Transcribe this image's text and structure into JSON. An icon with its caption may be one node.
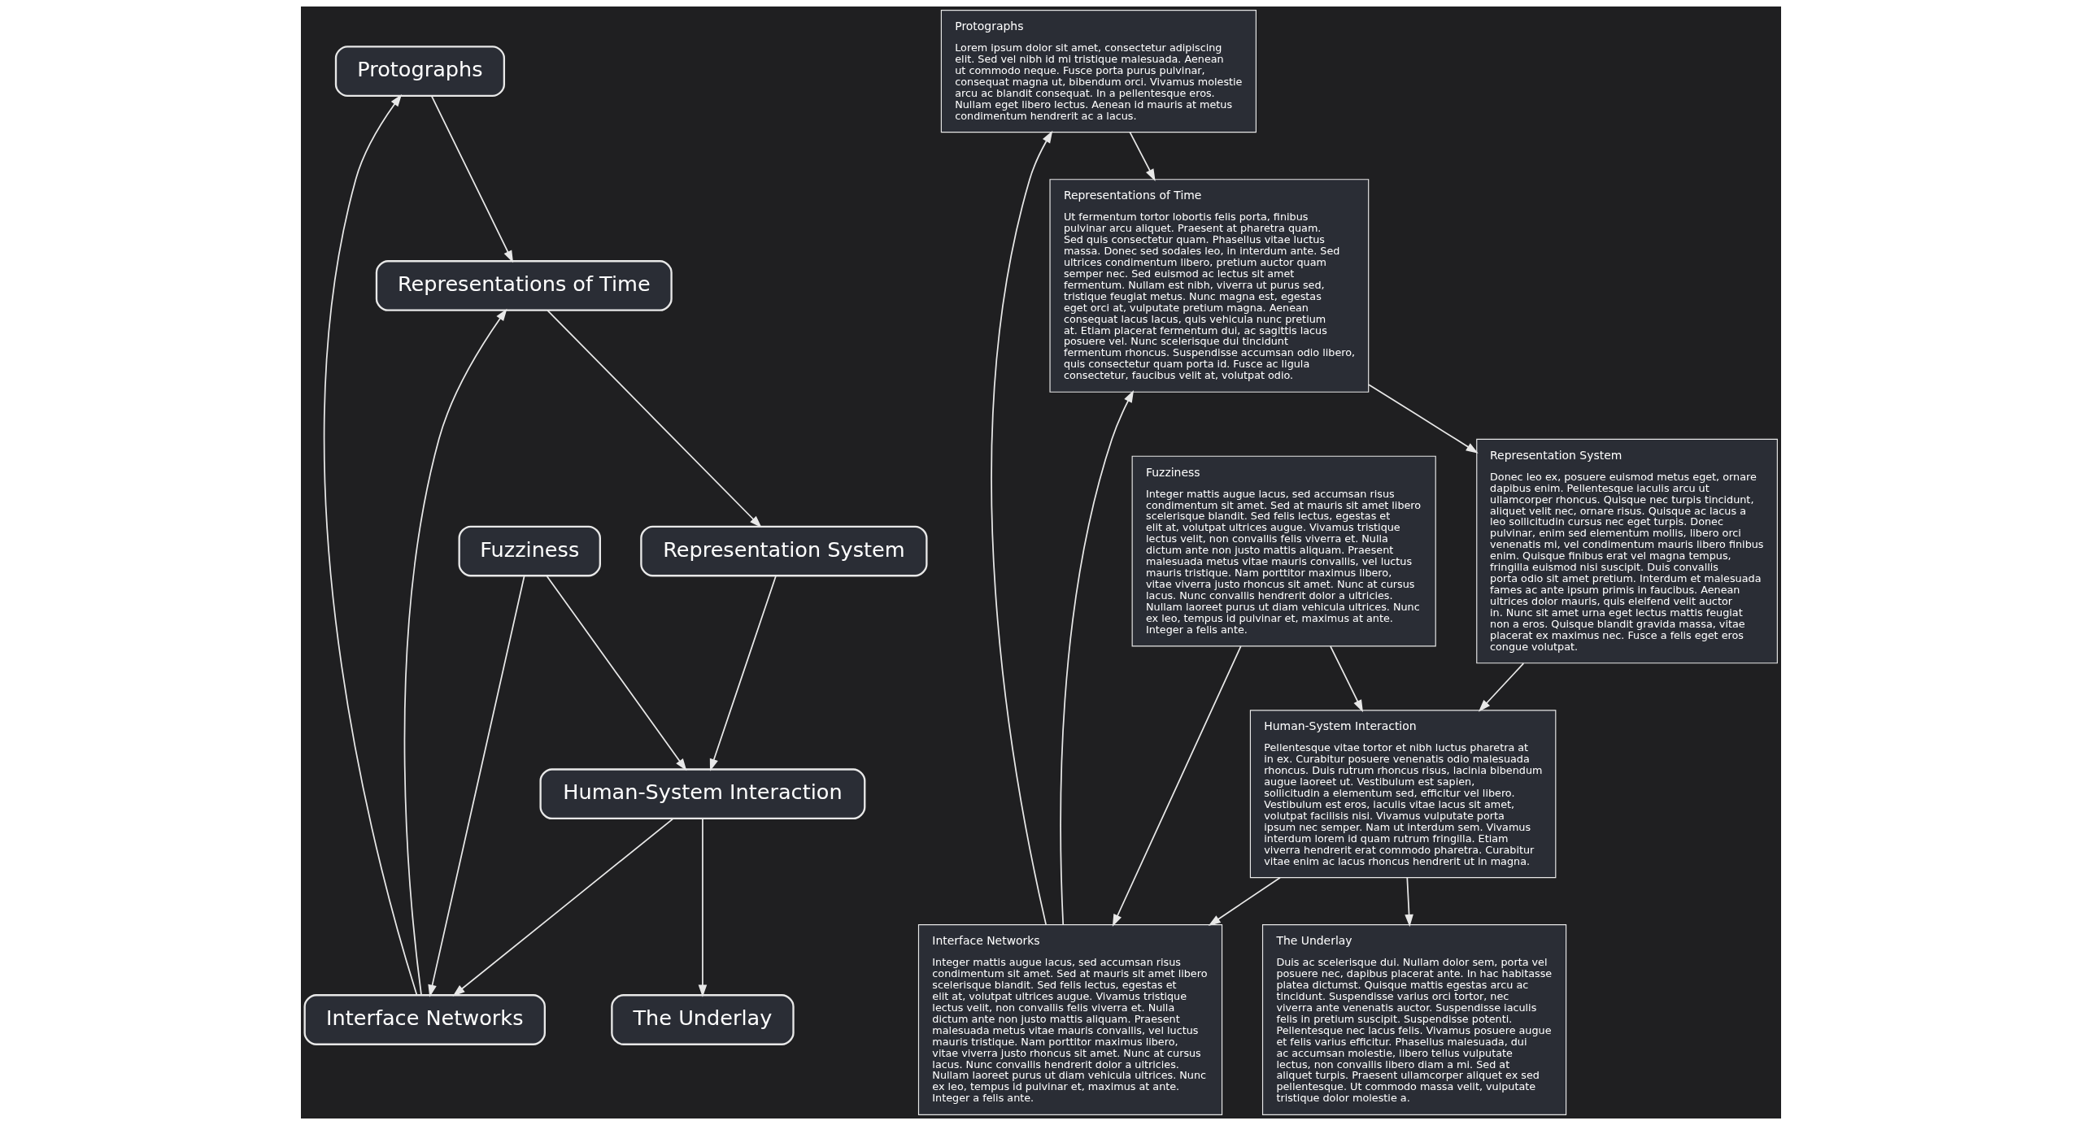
{
  "diagram": {
    "nodes": [
      {
        "text": [
          "Protographs"
        ]
      },
      {
        "text": [
          "Representations of Time"
        ]
      },
      {
        "text": [
          "Interface Networks"
        ]
      },
      {
        "text": [
          "Representation System"
        ]
      },
      {
        "text": [
          "Fuzziness"
        ]
      },
      {
        "text": [
          "Human-System Interaction"
        ]
      },
      {
        "text": [
          "The Underlay"
        ]
      },
      {
        "text": [
          "Protographs",
          "Lorem ipsum dolor sit amet, consectetur adipiscing elit. Sed vel nibh id mi tristique malesuada. Aenean ut commodo neque. Fusce porta purus pulvinar, consequat magna ut, bibendum orci. Vivamus molestie arcu ac blandit consequat. In a pellentesque eros. Nullam eget libero lectus. Aenean id mauris at metus condimentum hendrerit ac a lacus."
        ]
      },
      {
        "text": [
          "Representations of Time",
          "Ut fermentum tortor lobortis felis porta, finibus pulvinar arcu aliquet. Praesent at pharetra quam. Sed quis consectetur quam. Phasellus vitae luctus massa. Donec sed sodales leo, in interdum ante. Sed ultrices condimentum libero, pretium auctor quam semper nec. Sed euismod ac lectus sit amet fermentum. Nullam est nibh, viverra ut purus sed, tristique feugiat metus. Nunc magna est, egestas eget orci at, vulputate pretium magna. Aenean consequat lacus lacus, quis vehicula nunc pretium at. Etiam placerat fermentum dui, ac sagittis lacus posuere vel. Nunc scelerisque dui tincidunt fermentum rhoncus. Suspendisse accumsan odio libero, quis consectetur quam porta id. Fusce ac ligula consectetur, faucibus velit at, volutpat odio."
        ]
      },
      {
        "text": [
          "Interface Networks",
          "Integer mattis augue lacus, sed accumsan risus condimentum sit amet. Sed at mauris sit amet libero scelerisque blandit. Sed felis lectus, egestas et elit at, volutpat ultrices augue. Vivamus tristique lectus velit, non convallis felis viverra et. Nulla dictum ante non justo mattis aliquam. Praesent malesuada metus vitae mauris convallis, vel luctus mauris tristique. Nam porttitor maximus libero, vitae viverra justo rhoncus sit amet. Nunc at cursus lacus. Nunc convallis hendrerit dolor a ultricies. Nullam laoreet purus ut diam vehicula ultrices. Nunc ex leo, tempus id pulvinar et, maximus at ante. Integer a felis ante."
        ]
      },
      {
        "text": [
          "Representation System",
          "Donec leo ex, posuere euismod metus eget, ornare dapibus enim. Pellentesque iaculis arcu ut ullamcorper rhoncus. Quisque nec turpis tincidunt, aliquet velit nec, ornare risus. Quisque ac lacus a leo sollicitudin cursus nec eget turpis. Donec pulvinar, enim sed elementum mollis, libero orci venenatis mi, vel condimentum mauris libero finibus enim. Quisque finibus erat vel magna tempus, fringilla euismod nisi suscipit. Duis convallis porta odio sit amet pretium. Interdum et malesuada fames ac ante ipsum primis in faucibus. Aenean ultrices dolor mauris, quis eleifend velit auctor in. Nunc sit amet urna eget lectus mattis feugiat non a eros. Quisque blandit gravida massa, vitae placerat ex maximus nec. Fusce a felis eget eros congue volutpat."
        ]
      },
      {
        "text": [
          "Fuzziness",
          "Integer mattis augue lacus, sed accumsan risus condimentum sit amet. Sed at mauris sit amet libero scelerisque blandit. Sed felis lectus, egestas et elit at, volutpat ultrices augue. Vivamus tristique lectus velit, non convallis felis viverra et. Nulla dictum ante non justo mattis aliquam. Praesent malesuada metus vitae mauris convallis, vel luctus mauris tristique. Nam porttitor maximus libero, vitae viverra justo rhoncus sit amet. Nunc at cursus lacus. Nunc convallis hendrerit dolor a ultricies. Nullam laoreet purus ut diam vehicula ultrices. Nunc ex leo, tempus id pulvinar et, maximus at ante. Integer a felis ante."
        ]
      },
      {
        "text": [
          "Human-System Interaction",
          "Pellentesque vitae tortor et nibh luctus pharetra at in ex. Curabitur posuere venenatis odio malesuada rhoncus. Duis rutrum rhoncus risus, lacinia bibendum augue laoreet ut. Vestibulum est sapien, sollicitudin a elementum sed, efficitur vel libero. Vestibulum est eros, iaculis vitae lacus sit amet, volutpat facilisis nisi. Vivamus vulputate porta ipsum nec semper. Nam ut interdum sem. Vivamus interdum lorem id quam rutrum fringilla. Etiam viverra hendrerit erat commodo pharetra. Curabitur vitae enim ac lacus rhoncus hendrerit ut in magna."
        ]
      },
      {
        "text": [
          "The Underlay",
          "Duis ac scelerisque dui. Nullam dolor sem, porta vel posuere nec, dapibus placerat ante. In hac habitasse platea dictumst. Quisque mattis egestas arcu ac tincidunt. Suspendisse varius orci tortor, nec viverra ante venenatis auctor. Suspendisse iaculis felis in pretium suscipit. Suspendisse potenti. Pellentesque nec lacus felis. Vivamus posuere augue et felis varius efficitur. Phasellus malesuada, dui ac accumsan molestie, libero tellus vulputate lectus, non convallis libero diam a mi. Sed at aliquet turpis. Praesent ullamcorper aliquet ex sed pellentesque. Ut commodo massa velit, vulputate tristique dolor molestie a."
        ]
      }
    ],
    "edges": [
      {
        "from": 0,
        "to": 1,
        "arrow": "to"
      },
      {
        "from": 2,
        "to": 0,
        "arrow": "to"
      },
      {
        "from": 2,
        "to": 1,
        "arrow": "to"
      },
      {
        "from": 1,
        "to": 3,
        "arrow": "to"
      },
      {
        "from": 3,
        "to": 5,
        "arrow": "to"
      },
      {
        "from": 5,
        "to": 2,
        "arrow": "to"
      },
      {
        "from": 4,
        "to": 2,
        "arrow": "to"
      },
      {
        "from": 4,
        "to": 5,
        "arrow": "to"
      },
      {
        "from": 5,
        "to": 6,
        "arrow": "to"
      },
      {
        "from": 7,
        "to": 8,
        "arrow": "to"
      },
      {
        "from": 9,
        "to": 7,
        "arrow": "to"
      },
      {
        "from": 9,
        "to": 8,
        "arrow": "to"
      },
      {
        "from": 8,
        "to": 10,
        "arrow": "to"
      },
      {
        "from": 10,
        "to": 12,
        "arrow": "to"
      },
      {
        "from": 12,
        "to": 9,
        "arrow": "to"
      },
      {
        "from": 11,
        "to": 9,
        "arrow": "to"
      },
      {
        "from": 11,
        "to": 12,
        "arrow": "to"
      },
      {
        "from": 12,
        "to": 13,
        "arrow": "to"
      }
    ]
  }
}
